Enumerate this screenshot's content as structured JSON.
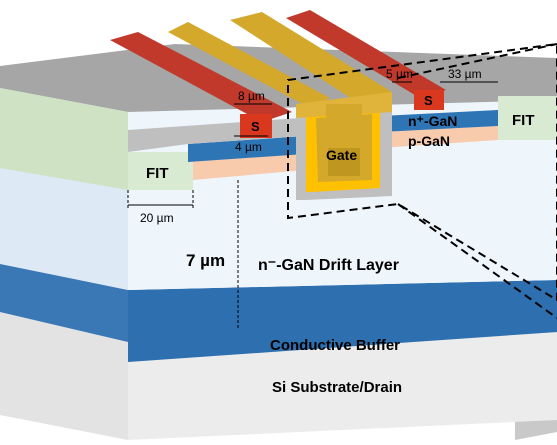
{
  "labels": {
    "gate": "Gate",
    "source_left": "S",
    "source_right": "S",
    "fit_left": "FIT",
    "fit_right": "FIT",
    "n_plus_gan": "n⁺-GaN",
    "p_gan": "p-GaN",
    "drift_layer": "n⁻-GaN Drift Layer",
    "conductive_buffer": "Conductive Buffer",
    "substrate": "Si Substrate/Drain"
  },
  "dimensions": {
    "d_8um": "8 µm",
    "d_4um": "4 µm",
    "d_5um": "5 µm",
    "d_33um": "33 µm",
    "d_20um": "20 µm",
    "d_7um": "7 µm"
  },
  "colors": {
    "gate_gold": "#d4a82a",
    "source_red": "#c0392b",
    "n_plus_blue": "#2e75b6",
    "p_gan_peach": "#f8cbad",
    "fit_green": "#d9ead3",
    "drift_light": "#eef5fb",
    "buffer_blue": "#2e75b6",
    "substrate_gray": "#e8e8e8",
    "top_gray": "#a6a6a6"
  }
}
